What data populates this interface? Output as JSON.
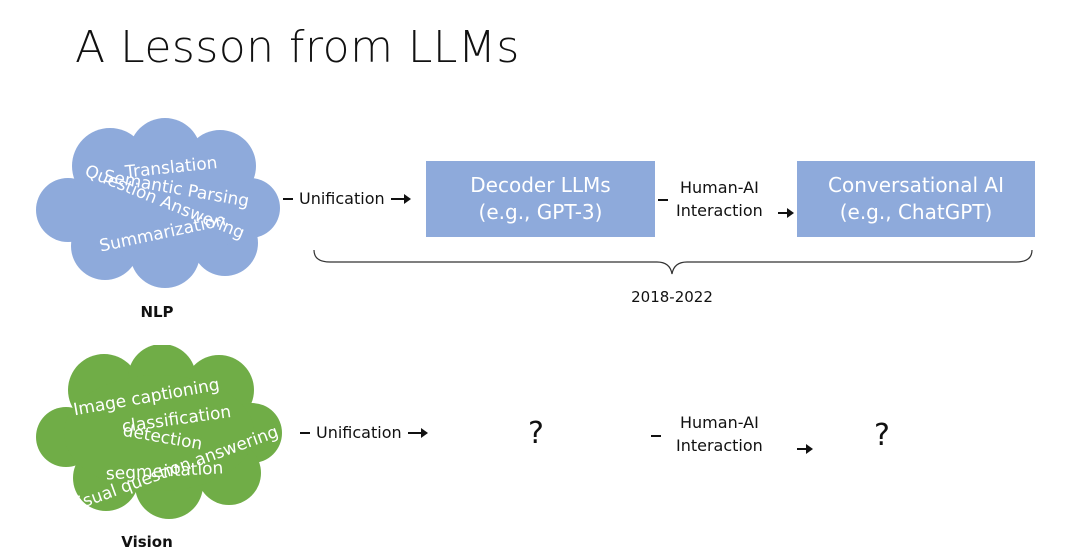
{
  "slide": {
    "title": "A Lesson from LLMs"
  },
  "colors": {
    "nlp_cloud": "#8eaadb",
    "vision_cloud": "#70ad47",
    "box_fill": "#8eaadb"
  },
  "nlp": {
    "caption": "NLP",
    "tasks": [
      "Translation",
      "Semantic Parsing",
      "Question Answering",
      "Summarization"
    ],
    "edge1": "Unification",
    "box1": {
      "line1": "Decoder LLMs",
      "line2": "(e.g., GPT-3)"
    },
    "edge2": {
      "line1": "Human-AI",
      "line2": "Interaction"
    },
    "box2": {
      "line1": "Conversational AI",
      "line2": "(e.g., ChatGPT)"
    },
    "period": "2018-2022"
  },
  "vision": {
    "caption": "Vision",
    "tasks": [
      "Image captioning",
      "classification",
      "detection",
      "Visual question answering",
      "segmentation"
    ],
    "edge1": "Unification",
    "node1": "?",
    "edge2": {
      "line1": "Human-AI",
      "line2": "Interaction"
    },
    "node2": "?"
  }
}
